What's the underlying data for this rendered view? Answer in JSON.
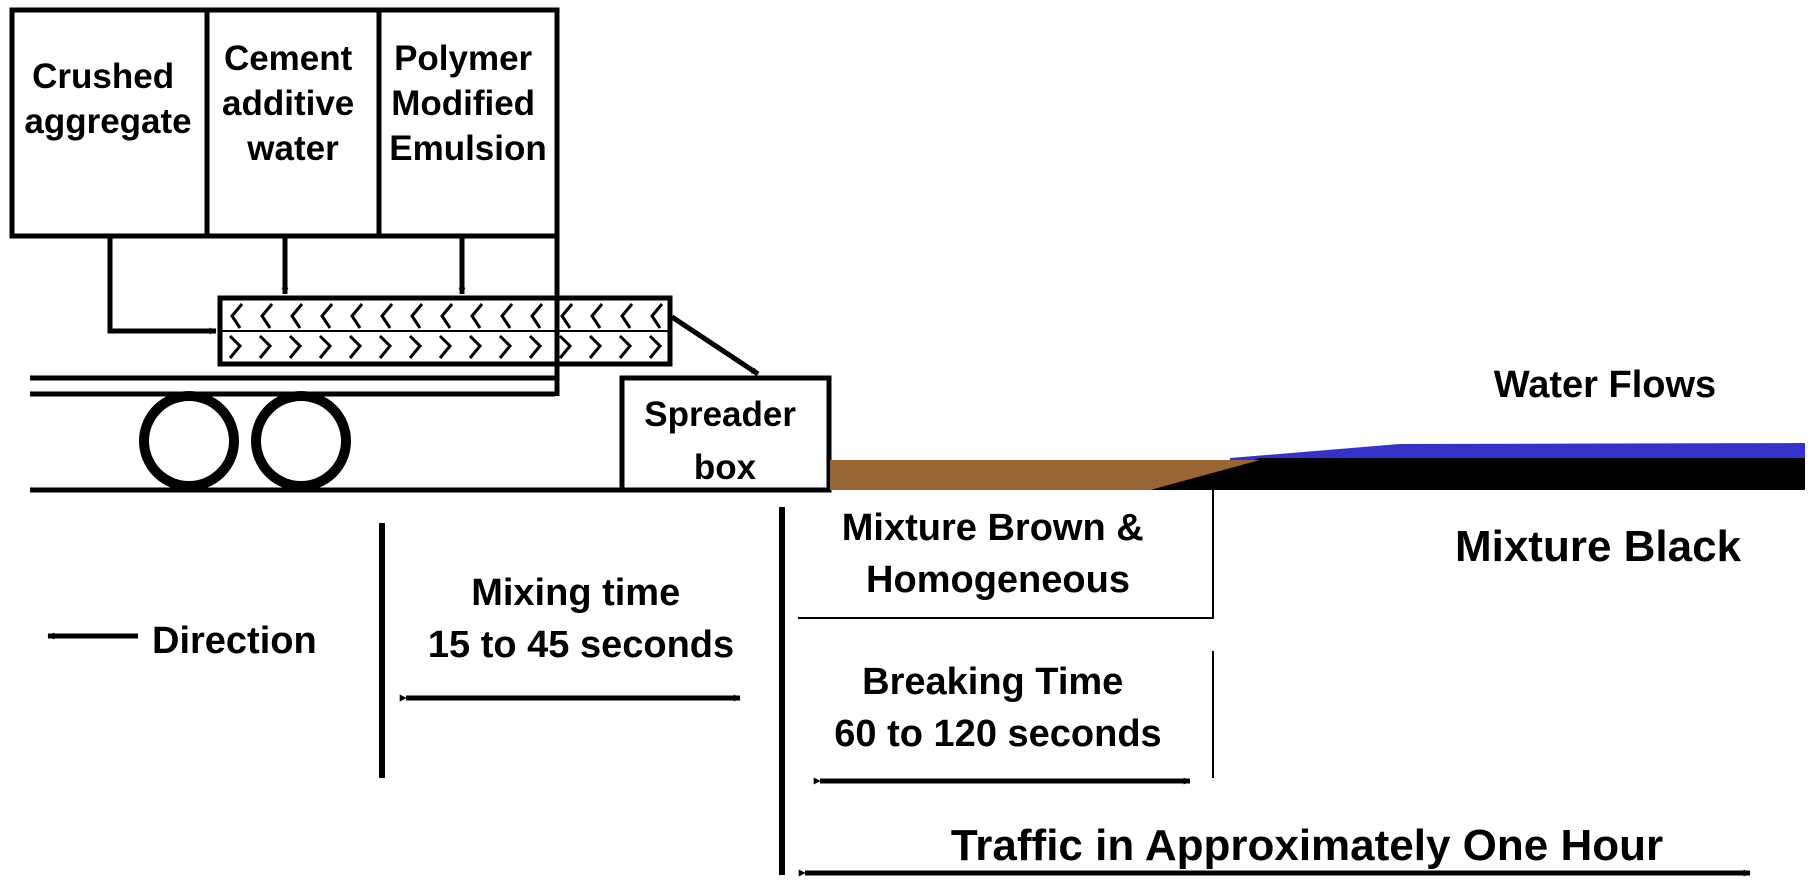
{
  "hoppers": {
    "aggregate": {
      "lines": [
        "Crushed",
        "aggregate"
      ]
    },
    "cement": {
      "lines": [
        "Cement",
        "additive",
        "water"
      ]
    },
    "emulsion": {
      "lines": [
        "Polymer",
        "Modified",
        "Emulsion"
      ]
    }
  },
  "spreader": {
    "lines": [
      "Spreader",
      "box"
    ]
  },
  "labels": {
    "water_flows": "Water Flows",
    "mixture_black": "Mixture Black",
    "mixture_brown": [
      "Mixture Brown &",
      "Homogeneous"
    ],
    "direction": "Direction",
    "mixing_time": [
      "Mixing time",
      "15 to 45 seconds"
    ],
    "breaking_time": [
      "Breaking Time",
      "60 to 120 seconds"
    ],
    "traffic": "Traffic in Approximately One Hour"
  },
  "colors": {
    "line": "#000000",
    "mixture_brown": "#996633",
    "water": "#3333cc",
    "road": "#000000",
    "background": "#ffffff"
  }
}
